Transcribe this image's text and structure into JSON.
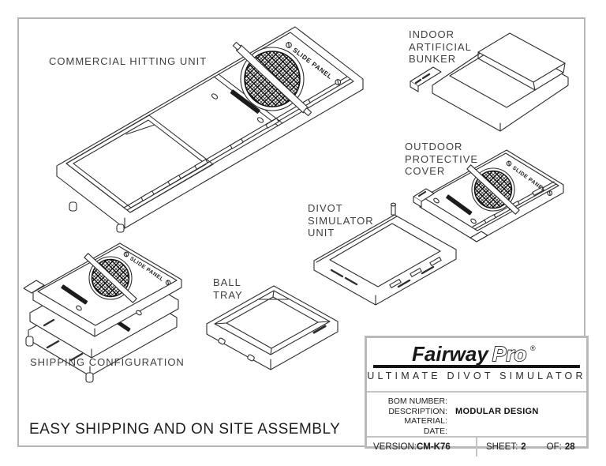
{
  "sheet": {
    "footer_title": "EASY SHIPPING AND ON SITE ASSEMBLY",
    "slide_panel_marking": "SLIDE PANEL"
  },
  "labels": {
    "commercial_hitting_unit": "COMMERCIAL HITTING UNIT",
    "indoor_artificial_bunker": {
      "line1": "INDOOR",
      "line2": "ARTIFICIAL",
      "line3": "BUNKER"
    },
    "outdoor_protective_cover": {
      "line1": "OUTDOOR",
      "line2": "PROTECTIVE",
      "line3": "COVER"
    },
    "divot_simulator_unit": {
      "line1": "DIVOT",
      "line2": "SIMULATOR",
      "line3": "UNIT"
    },
    "ball_tray": {
      "line1": "BALL",
      "line2": "TRAY"
    },
    "shipping_configuration": "SHIPPING CONFIGURATION"
  },
  "title_block": {
    "brand_fairway": "Fairway",
    "brand_pro": "Pro",
    "brand_registered": "®",
    "subtitle": "ULTIMATE DIVOT SIMULATOR",
    "fields": {
      "bom_label": "BOM NUMBER:",
      "description_label": "DESCRIPTION:",
      "description_value": "MODULAR DESIGN",
      "material_label": "MATERIAL:",
      "date_label": "DATE:"
    },
    "version_label": "VERSION:",
    "version_value": "CM-K76",
    "sheet_label": "SHEET:",
    "sheet_number": "2",
    "of_label": "OF:",
    "sheet_total": "28"
  },
  "colors": {
    "line": "#2e2e2e",
    "frame_border": "#b5b5b5",
    "label_text": "#3f3f3f"
  }
}
